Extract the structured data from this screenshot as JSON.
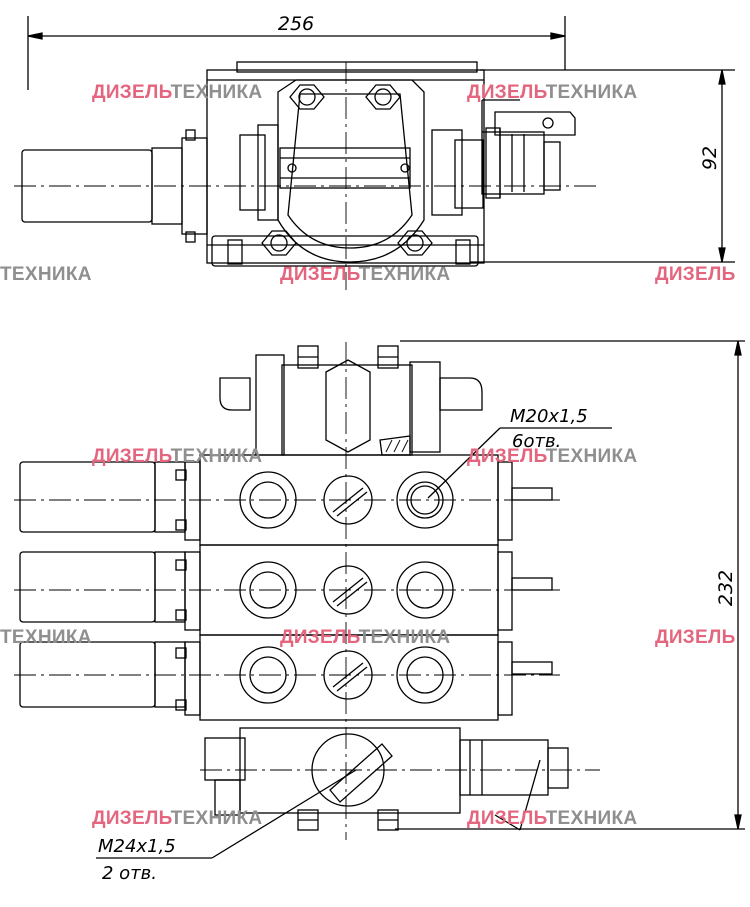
{
  "dimensions": {
    "top_width": "256",
    "top_height": "92",
    "front_height": "232"
  },
  "callouts": {
    "upper_thread": "M20x1,5",
    "upper_count": "6отв.",
    "lower_thread": "M24x1,5",
    "lower_count": "2 отв."
  },
  "watermark": {
    "part_a": "ДИЗЕЛЬ",
    "part_b": "ТЕХНИКА",
    "color_a": "#e3657e",
    "color_b": "#8f8f8f"
  },
  "colors": {
    "line": "#000000",
    "background": "#ffffff"
  }
}
